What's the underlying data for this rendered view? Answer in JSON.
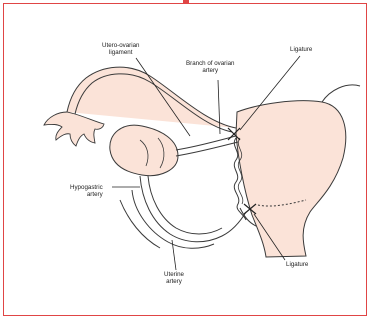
{
  "labels": {
    "utero_ovarian_line1": "Utero-ovarian",
    "utero_ovarian_line2": "ligament",
    "branch_line1": "Branch of ovarian",
    "branch_line2": "artery",
    "ligature_top": "Ligature",
    "hypogastric_line1": "Hypogastric",
    "hypogastric_line2": "artery",
    "uterine_line1": "Uterine",
    "uterine_line2": "artery",
    "ligature_bottom": "Ligature"
  },
  "colors": {
    "frame": "#e04545",
    "uterus_fill": "#fbe3d8",
    "outline": "#3a3a3a"
  }
}
